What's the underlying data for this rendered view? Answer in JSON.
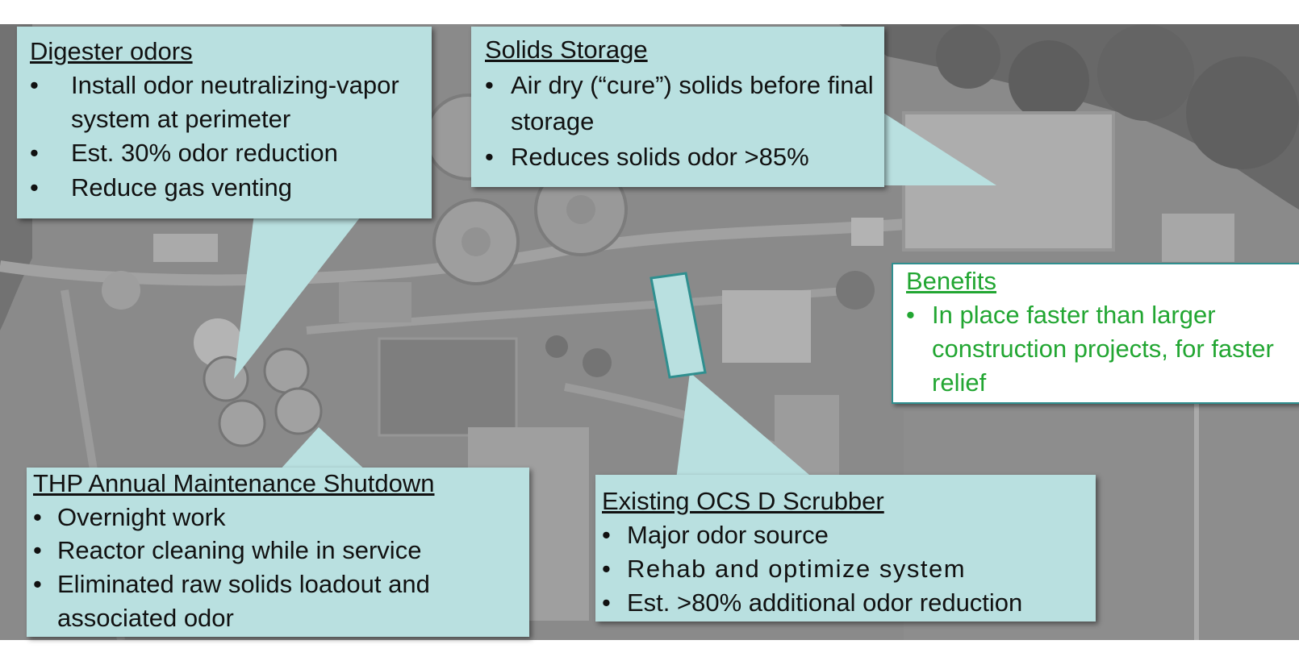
{
  "digester": {
    "title": "Digester odors",
    "items": [
      "Install odor neutralizing-vapor system at perimeter",
      "Est. 30% odor reduction",
      "Reduce gas venting"
    ]
  },
  "solids": {
    "title": "Solids Storage",
    "items": [
      "Air dry (“cure”) solids before final storage",
      "Reduces solids odor >85%"
    ]
  },
  "thp": {
    "title": "THP Annual Maintenance Shutdown",
    "items": [
      "Overnight work",
      "Reactor cleaning while in service",
      "Eliminated raw solids loadout and associated odor"
    ]
  },
  "ocs": {
    "title": "Existing OCS D Scrubber",
    "items": [
      "Major odor source",
      "Rehab and optimize system",
      "Est.  >80% additional odor reduction"
    ]
  },
  "benefits": {
    "title": "Benefits",
    "items": [
      "In place faster than larger construction projects, for faster relief"
    ]
  },
  "colors": {
    "callout_fill": "#b9e0e0",
    "benefits_text": "#22a632",
    "benefits_border": "#2f8f8f",
    "aerial_tone": "#858585"
  },
  "bullet_glyph": "•"
}
